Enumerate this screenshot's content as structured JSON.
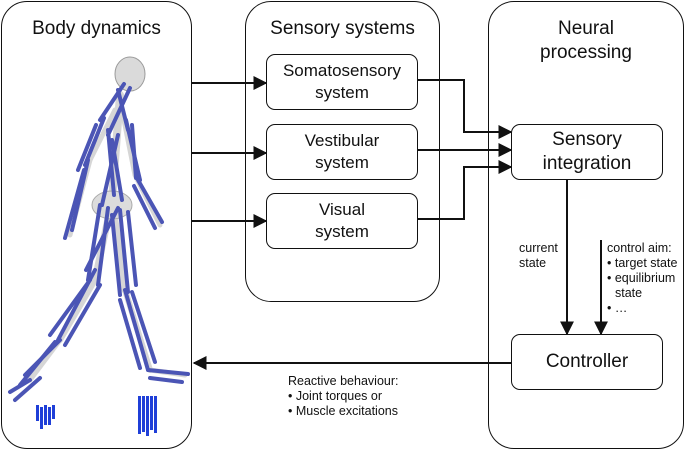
{
  "panels": {
    "body": {
      "title": "Body dynamics"
    },
    "sensory": {
      "title": "Sensory systems"
    },
    "neural": {
      "title_line1": "Neural",
      "title_line2": "processing"
    }
  },
  "boxes": {
    "somatosensory": {
      "line1": "Somatosensory",
      "line2": "system"
    },
    "vestibular": {
      "line1": "Vestibular",
      "line2": "system"
    },
    "visual": {
      "line1": "Visual",
      "line2": "system"
    },
    "integration": {
      "line1": "Sensory",
      "line2": "integration"
    },
    "controller": {
      "line1": "Controller"
    }
  },
  "labels": {
    "current_state": {
      "line1": "current",
      "line2": "state"
    },
    "control_aim": {
      "heading": "control aim:",
      "items": [
        "target state",
        "equilibrium state",
        "…"
      ]
    },
    "reactive": {
      "heading": "Reactive behaviour:",
      "items": [
        "Joint torques or",
        "Muscle excitations"
      ]
    }
  },
  "colors": {
    "muscle": "#4b55b5",
    "bone": "#d6d6d6",
    "force_plate": "#1f3fd8",
    "line": "#111111"
  }
}
